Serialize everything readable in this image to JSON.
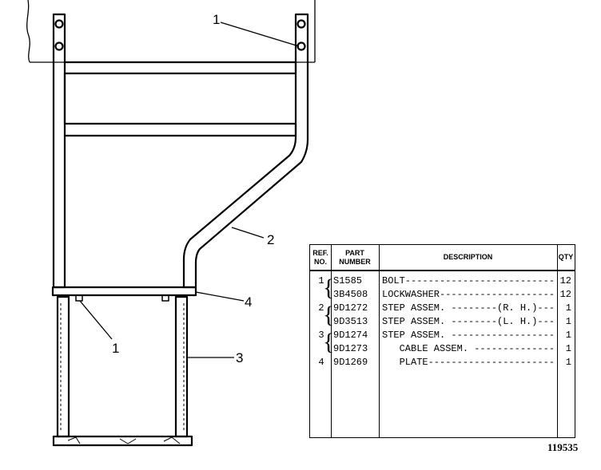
{
  "callouts": {
    "bolt_top": "1",
    "step_frame": "2",
    "lower_assembly": "3",
    "plate": "4",
    "bolt_lower": "1"
  },
  "table": {
    "headers": {
      "ref": "REF. NO.",
      "part": "PART NUMBER",
      "description": "DESCRIPTION",
      "qty": "QTY"
    },
    "rows": [
      {
        "ref": "1",
        "part": "S1585",
        "description": "BOLT------------------------------",
        "qty": "12"
      },
      {
        "ref": "",
        "part": "3B4508",
        "description": "LOCKWASHER-----------------------",
        "qty": "12"
      },
      {
        "ref": "2",
        "part": "9D1272",
        "description": "STEP ASSEM. --------(R. H.)--------",
        "qty": "1"
      },
      {
        "ref": "",
        "part": "9D3513",
        "description": "STEP ASSEM. --------(L. H.)--------",
        "qty": "1"
      },
      {
        "ref": "3",
        "part": "9D1274",
        "description": "STEP ASSEM. ------------------------",
        "qty": "1"
      },
      {
        "ref": "",
        "part": "9D1273",
        "description": "   CABLE ASSEM. ------------------",
        "qty": "1"
      },
      {
        "ref": "4",
        "part": "9D1269",
        "description": "   PLATE---------------------------",
        "qty": "1"
      }
    ]
  },
  "figure_number": "119535"
}
